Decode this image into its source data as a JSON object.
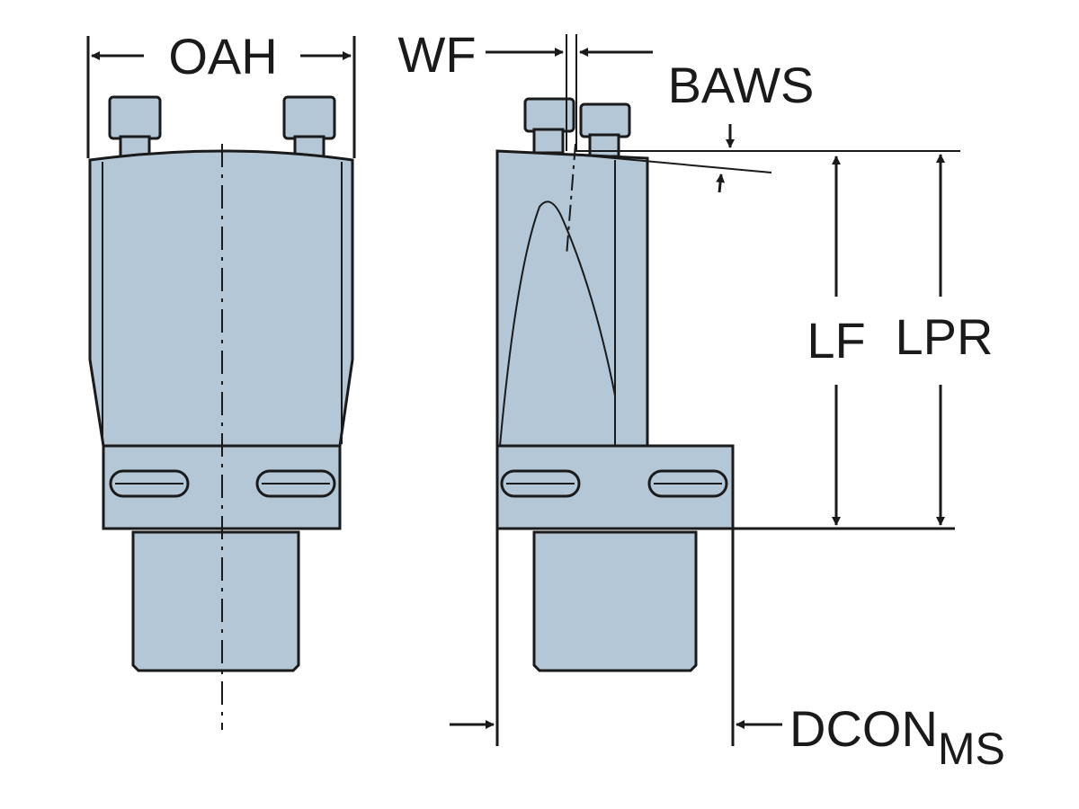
{
  "labels": {
    "oah": "OAH",
    "wf": "WF",
    "baws": "BAWS",
    "lf": "LF",
    "lpr": "LPR",
    "dcon_main": "DCON",
    "dcon_sub": "MS"
  },
  "colors": {
    "body_fill": "#b3c7d6",
    "outline": "#1a1a1a",
    "background": "#ffffff"
  }
}
